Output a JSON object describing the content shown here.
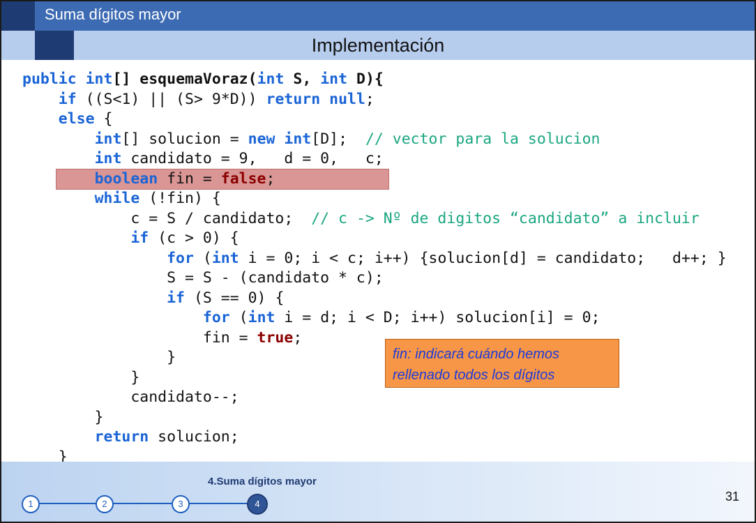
{
  "header": {
    "title": "Suma dígitos mayor",
    "subtitle": "Implementación"
  },
  "code_lines": [
    [
      {
        "t": "public ",
        "c": "kw"
      },
      {
        "t": "int",
        "c": "kw"
      },
      {
        "t": "[] ",
        "c": "id-bold"
      },
      {
        "t": "esquemaVoraz",
        "c": "id-bold"
      },
      {
        "t": "(",
        "c": "id-bold"
      },
      {
        "t": "int",
        "c": "kw"
      },
      {
        "t": " S, ",
        "c": "id-bold"
      },
      {
        "t": "int",
        "c": "kw"
      },
      {
        "t": " D){",
        "c": "id-bold"
      }
    ],
    [
      {
        "t": "    "
      },
      {
        "t": "if",
        "c": "kw"
      },
      {
        "t": " ((S<1) || (S> 9*D)) "
      },
      {
        "t": "return",
        "c": "kw"
      },
      {
        "t": " "
      },
      {
        "t": "null",
        "c": "kw"
      },
      {
        "t": ";"
      }
    ],
    [
      {
        "t": "    "
      },
      {
        "t": "else",
        "c": "kw"
      },
      {
        "t": " {"
      }
    ],
    [
      {
        "t": "        "
      },
      {
        "t": "int",
        "c": "kw"
      },
      {
        "t": "[] solucion = "
      },
      {
        "t": "new",
        "c": "kw"
      },
      {
        "t": " "
      },
      {
        "t": "int",
        "c": "kw"
      },
      {
        "t": "[D];  "
      },
      {
        "t": "// vector para la solucion",
        "c": "cm"
      }
    ],
    [
      {
        "t": "        "
      },
      {
        "t": "int",
        "c": "kw"
      },
      {
        "t": " candidato = 9,   d = 0,   c;"
      }
    ],
    [
      {
        "t": "        "
      },
      {
        "t": "boolean",
        "c": "kw"
      },
      {
        "t": " fin = "
      },
      {
        "t": "false",
        "c": "lit"
      },
      {
        "t": ";"
      }
    ],
    [
      {
        "t": "        "
      },
      {
        "t": "while",
        "c": "kw"
      },
      {
        "t": " (!fin) {"
      }
    ],
    [
      {
        "t": "            c = S / candidato;  "
      },
      {
        "t": "// c -> Nº de digitos “candidato” a incluir",
        "c": "cm"
      }
    ],
    [
      {
        "t": "            "
      },
      {
        "t": "if",
        "c": "kw"
      },
      {
        "t": " (c > 0) {"
      }
    ],
    [
      {
        "t": "                "
      },
      {
        "t": "for",
        "c": "kw"
      },
      {
        "t": " ("
      },
      {
        "t": "int",
        "c": "kw"
      },
      {
        "t": " i = 0; i < c; i++) {solucion[d] = candidato;   d++; }"
      }
    ],
    [
      {
        "t": "                S = S - (candidato * c);"
      }
    ],
    [
      {
        "t": "                "
      },
      {
        "t": "if",
        "c": "kw"
      },
      {
        "t": " (S == 0) {"
      }
    ],
    [
      {
        "t": "                    "
      },
      {
        "t": "for",
        "c": "kw"
      },
      {
        "t": " ("
      },
      {
        "t": "int",
        "c": "kw"
      },
      {
        "t": " i = d; i < D; i++) solucion[i] = 0;"
      }
    ],
    [
      {
        "t": "                    fin = "
      },
      {
        "t": "true",
        "c": "lit"
      },
      {
        "t": ";"
      }
    ],
    [
      {
        "t": "                }"
      }
    ],
    [
      {
        "t": "            }"
      }
    ],
    [
      {
        "t": "            candidato--;"
      }
    ],
    [
      {
        "t": "        }"
      }
    ],
    [
      {
        "t": "        "
      },
      {
        "t": "return",
        "c": "kw"
      },
      {
        "t": " solucion;"
      }
    ],
    [
      {
        "t": "    }"
      }
    ],
    [
      {
        "t": "}"
      }
    ]
  ],
  "callout": {
    "line1": "fin: indicará cuándo hemos",
    "line2": "rellenado todos los dígitos"
  },
  "footer": {
    "section_label": "4.Suma dígitos mayor",
    "steps": [
      "1",
      "2",
      "3",
      "4"
    ],
    "active_step": "4",
    "page_number": "31"
  },
  "colors": {
    "keyword": "#1a64d6",
    "literal": "#8b0000",
    "comment": "#1aa680",
    "highlight": "#d99694",
    "callout_bg": "#f79646",
    "header_bar": "#3d6bb3",
    "header_dark": "#1f3b73"
  }
}
